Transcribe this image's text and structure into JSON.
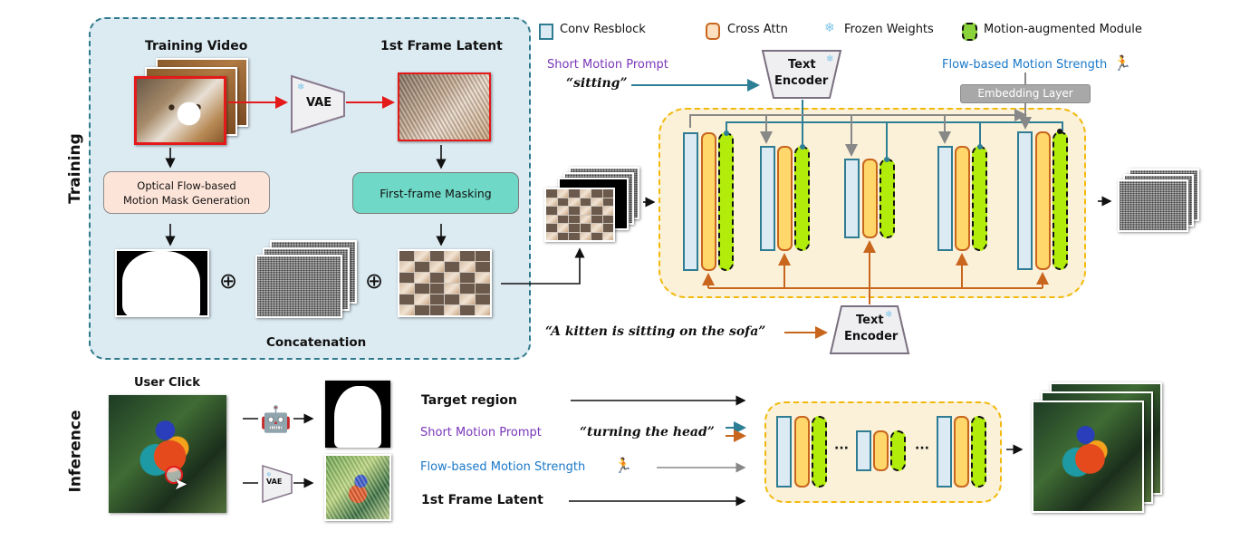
{
  "section_labels": {
    "training": "Training",
    "inference": "Inference"
  },
  "legend": [
    {
      "icon": "conv-resblock-swatch",
      "label": "Conv Resblock",
      "color": "#2f7c93"
    },
    {
      "icon": "cross-attn-swatch",
      "label": "Cross Attn",
      "color": "#c9661e"
    },
    {
      "icon": "snowflake-icon",
      "label": "Frozen Weights",
      "color": "#7fc6e8"
    },
    {
      "icon": "motion-module-swatch",
      "label": "Motion-augmented Module",
      "color": "#b2ec0b"
    }
  ],
  "training": {
    "training_video_title": "Training Video",
    "vae_label": "VAE",
    "latent_title": "1st Frame Latent",
    "optical_flow_box": [
      "Optical Flow-based",
      "Motion Mask Generation"
    ],
    "first_frame_masking": "First-frame Masking",
    "concat_label": "Concatenation",
    "oplus": "⊕",
    "short_prompt_label": "Short Motion Prompt",
    "short_prompt_value": "“sitting”",
    "text_encoder_label": [
      "Text",
      "Encoder"
    ],
    "motion_strength_label": "Flow-based Motion Strength",
    "embedding_layer": "Embedding Layer",
    "caption_prompt": "“A kitten is sitting on the sofa”"
  },
  "inference": {
    "user_click_title": "User Click",
    "vae_label": "VAE",
    "target_region": "Target region",
    "short_prompt_label": "Short Motion Prompt",
    "short_prompt_value": "“turning the head”",
    "motion_strength_label": "Flow-based Motion Strength",
    "latent_label": "1st Frame Latent",
    "ellipsis": "···"
  },
  "colors": {
    "training_panel": "#dcebf2",
    "inference_panel": "#f1f1f1",
    "unet_panel": "#fbf1d9",
    "red_arrow": "#e41a1a",
    "teal_arrow": "#2d7f95",
    "orange_arrow": "#c9661e",
    "gray_arrow": "#888888"
  }
}
